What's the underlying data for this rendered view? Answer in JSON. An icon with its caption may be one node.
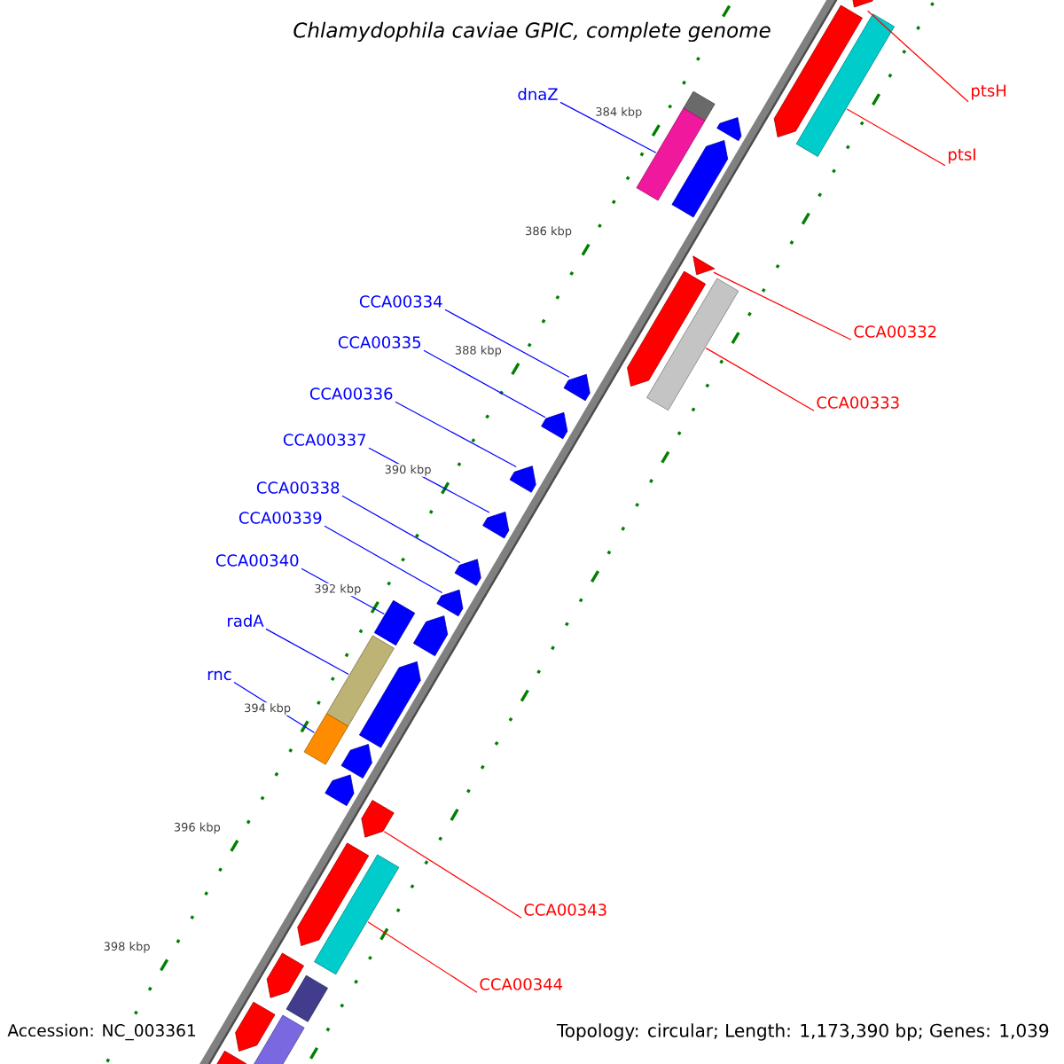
{
  "diagram": {
    "title": "Chlamydophila caviae GPIC, complete genome",
    "nodes": [
      {
        "text": [
          "ptsH"
        ]
      },
      {
        "text": [
          "dnaZ"
        ]
      },
      {
        "text": [
          "ptsI"
        ]
      },
      {
        "text": [
          "CCA00334"
        ]
      },
      {
        "text": [
          "CCA00332"
        ]
      },
      {
        "text": [
          "CCA00335"
        ]
      },
      {
        "text": [
          "CCA00336"
        ]
      },
      {
        "text": [
          "CCA00333"
        ]
      },
      {
        "text": [
          "CCA00337"
        ]
      },
      {
        "text": [
          "CCA00338"
        ]
      },
      {
        "text": [
          "CCA00339"
        ]
      },
      {
        "text": [
          "CCA00340"
        ]
      },
      {
        "text": [
          "radA"
        ]
      },
      {
        "text": [
          "rnc"
        ]
      },
      {
        "text": [
          "CCA00343"
        ]
      },
      {
        "text": [
          "CCA00344"
        ]
      },
      {
        "text": [],
        "shape": "arrow"
      },
      {
        "text": [],
        "shape": "arrow"
      },
      {
        "text": [],
        "shape": "arrow"
      },
      {
        "text": [],
        "shape": "arrow"
      },
      {
        "text": [],
        "shape": "arrow"
      },
      {
        "text": [],
        "shape": "arrow"
      },
      {
        "text": [],
        "shape": "arrow"
      },
      {
        "text": [],
        "shape": "arrow"
      },
      {
        "text": [],
        "shape": "arrow"
      },
      {
        "text": [],
        "shape": "arrow"
      },
      {
        "text": [],
        "shape": "arrow"
      },
      {
        "text": [],
        "shape": "arrow"
      },
      {
        "text": [],
        "shape": "arrow"
      },
      {
        "text": [],
        "shape": "arrow"
      },
      {
        "text": [],
        "shape": "arrow"
      },
      {
        "text": [],
        "shape": "arrow"
      },
      {
        "text": [],
        "shape": "arrow"
      },
      {
        "text": [],
        "shape": "arrow"
      },
      {
        "text": [],
        "shape": "arrow"
      },
      {
        "text": [],
        "shape": "arrow"
      },
      {
        "text": [],
        "shape": "arrow"
      }
    ],
    "edges": [
      {
        "from": 0,
        "to": 16,
        "arrow": "none",
        "color": "#ff0000"
      },
      {
        "from": 1,
        "to": 19,
        "arrow": "none"
      },
      {
        "from": 2,
        "to": 17,
        "arrow": "none",
        "color": "#ff0000"
      },
      {
        "from": 3,
        "to": 22,
        "arrow": "none"
      },
      {
        "from": 4,
        "to": 20,
        "arrow": "none",
        "color": "#ff0000"
      },
      {
        "from": 5,
        "to": 23,
        "arrow": "none"
      },
      {
        "from": 6,
        "to": 24,
        "arrow": "none"
      },
      {
        "from": 7,
        "to": 21,
        "arrow": "none",
        "color": "#ff0000"
      },
      {
        "from": 8,
        "to": 25,
        "arrow": "none"
      },
      {
        "from": 9,
        "to": 26,
        "arrow": "none"
      },
      {
        "from": 10,
        "to": 27,
        "arrow": "none"
      },
      {
        "from": 11,
        "to": 28,
        "arrow": "none"
      },
      {
        "from": 12,
        "to": 29,
        "arrow": "none"
      },
      {
        "from": 13,
        "to": 30,
        "arrow": "none"
      },
      {
        "from": 14,
        "to": 32,
        "arrow": "none",
        "color": "#ff0000"
      },
      {
        "from": 15,
        "to": 33,
        "arrow": "none",
        "color": "#ff0000"
      }
    ],
    "labels": [
      "384 kbp",
      "386 kbp",
      "388 kbp",
      "390 kbp",
      "392 kbp",
      "394 kbp",
      "396 kbp",
      "398 kbp",
      "Accession: NC_003361",
      "Topology: circular; Length: 1,173,390 bp; Genes: 1,039"
    ]
  }
}
